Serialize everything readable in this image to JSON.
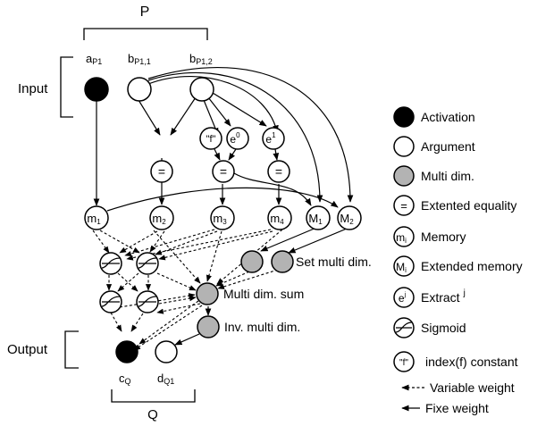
{
  "brackets": {
    "top": "P",
    "input": "Input",
    "output": "Output",
    "bottom": "Q"
  },
  "inputs": {
    "a": {
      "main": "a",
      "sub": "P1"
    },
    "b1": {
      "main": "b",
      "sub": "P1,1"
    },
    "b2": {
      "main": "b",
      "sub": "P1,2"
    }
  },
  "outputs": {
    "c": {
      "main": "c",
      "sub": "Q"
    },
    "d": {
      "main": "d",
      "sub": "Q1"
    }
  },
  "nodes": {
    "eq": "=",
    "f": "\"f\"",
    "e0": {
      "main": "e",
      "sup": "0"
    },
    "e1": {
      "main": "e",
      "sup": "1"
    },
    "m1": {
      "main": "m",
      "sub": "1"
    },
    "m2": {
      "main": "m",
      "sub": "2"
    },
    "m3": {
      "main": "m",
      "sub": "3"
    },
    "m4": {
      "main": "m",
      "sub": "4"
    },
    "M1": {
      "main": "M",
      "sub": "1"
    },
    "M2": {
      "main": "M",
      "sub": "2"
    }
  },
  "annotations": {
    "set_multi": "Set multi dim.",
    "multi_sum": "Multi dim. sum",
    "inv_multi": "Inv. multi dim."
  },
  "legend": {
    "activation": "Activation",
    "argument": "Argument",
    "multi_dim": "Multi dim.",
    "equality": "Extented equality",
    "memory": "Memory",
    "memory_sym": {
      "main": "m",
      "sub": "i"
    },
    "ext_memory": "Extended memory",
    "ext_memory_sym": {
      "main": "M",
      "sub": "i"
    },
    "extract": "Extract",
    "extract_sup": "j",
    "extract_sym": {
      "main": "e",
      "sup": "j"
    },
    "sigmoid": "Sigmoid",
    "const": "index(f) constant",
    "const_sym": "\"f\"",
    "variable_weight": "Variable weight",
    "fixed_weight": "Fixe weight"
  },
  "colors": {
    "fill_black": "#000000",
    "fill_gray": "#b3b3b3",
    "stroke": "#000000"
  }
}
